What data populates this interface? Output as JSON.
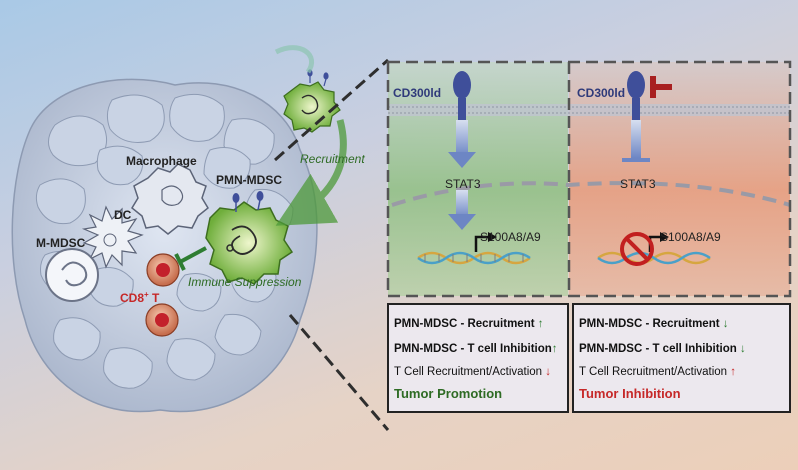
{
  "figure": {
    "left": {
      "macrophage": "Macrophage",
      "pmn_mdsc": "PMN-MDSC",
      "dc": "DC",
      "m_mdsc": "M-MDSC",
      "cd8": "CD8",
      "cd8_sup": "+",
      "cd8_suffix": " T",
      "recruitment": "Recruitment",
      "immune_suppression": "Immune Suppression"
    },
    "panel_left": {
      "receptor": "CD300ld",
      "stat": "STAT3",
      "gene": "S100A8/A9",
      "rows": [
        {
          "text": "PMN-MDSC - Recruitment",
          "arrow": "↑"
        },
        {
          "text": "PMN-MDSC - T cell Inhibition",
          "arrow": "↑"
        },
        {
          "text": "T Cell Recruitment/Activation",
          "arrow": "↓"
        }
      ],
      "outcome": "Tumor Promotion"
    },
    "panel_right": {
      "receptor": "CD300ld",
      "stat": "STAT3",
      "gene": "S100A8/A9",
      "rows": [
        {
          "text": "PMN-MDSC - Recruitment",
          "arrow": "↓"
        },
        {
          "text": "PMN-MDSC - T cell Inhibition",
          "arrow": "↓"
        },
        {
          "text": "T Cell  Recruitment/Activation",
          "arrow": "↑"
        }
      ],
      "outcome": "Tumor Inhibition"
    },
    "colors": {
      "green": "#2e7d32",
      "red": "#c62828",
      "receptor": "#3f4f9a"
    }
  }
}
